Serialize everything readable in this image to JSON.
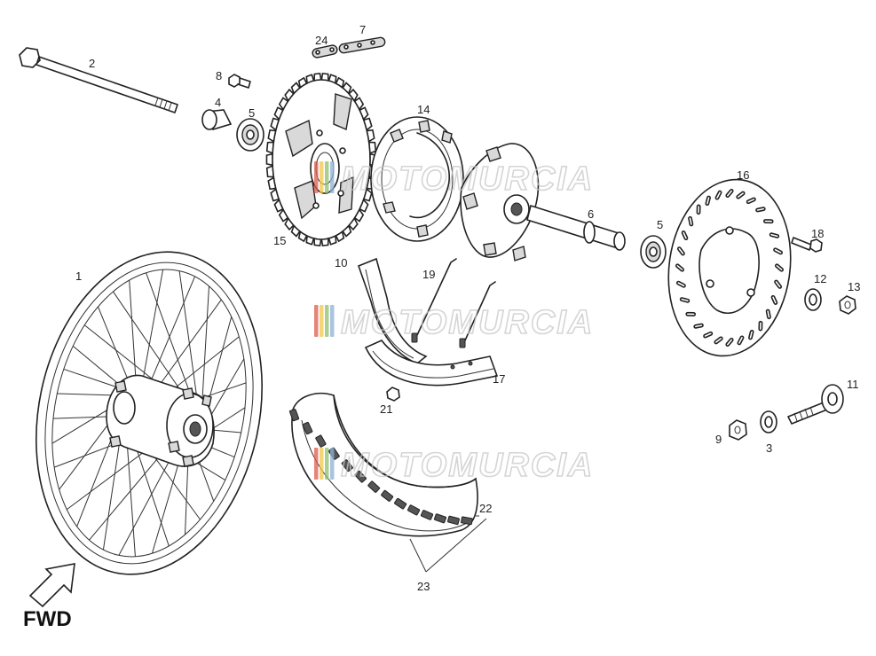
{
  "callouts": {
    "c1": "1",
    "c2": "2",
    "c3": "3",
    "c4": "4",
    "c5a": "5",
    "c5b": "5",
    "c6": "6",
    "c7": "7",
    "c8": "8",
    "c9": "9",
    "c10": "10",
    "c11": "11",
    "c12": "12",
    "c13": "13",
    "c14": "14",
    "c15": "15",
    "c16": "16",
    "c17": "17",
    "c18": "18",
    "c19": "19",
    "c21": "21",
    "c22": "22",
    "c23": "23",
    "c24": "24"
  },
  "direction_label": "FWD",
  "watermark": "MOTOMURCIA",
  "colors": {
    "line": "#222222",
    "watermark_stripe_1": "#e05a4a",
    "watermark_stripe_2": "#f0c94a",
    "watermark_stripe_3": "#8fc06a",
    "watermark_stripe_4": "#8fb0d8"
  }
}
